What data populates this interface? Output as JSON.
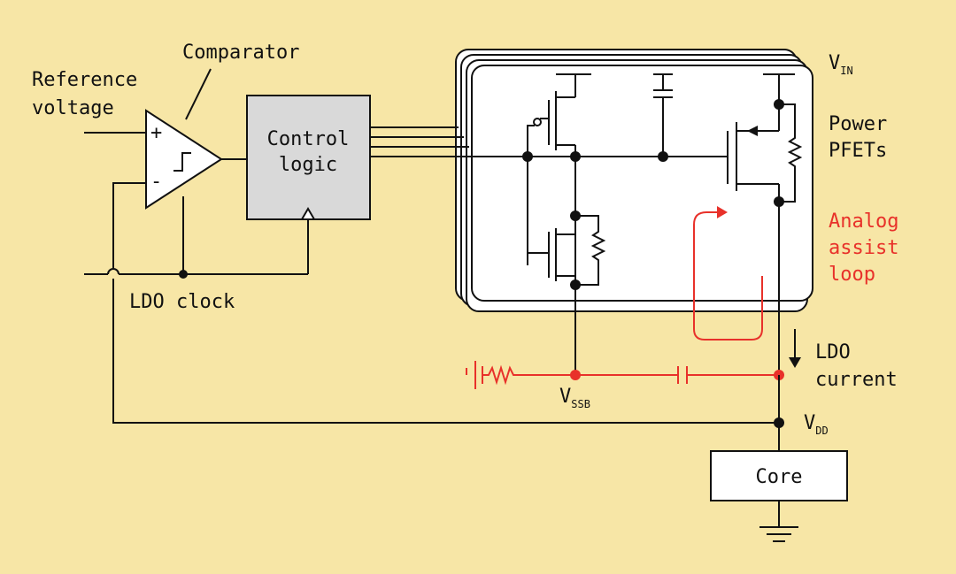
{
  "labels": {
    "reference_line1": "Reference",
    "reference_line2": "voltage",
    "comparator": "Comparator",
    "plus": "+",
    "minus": "-",
    "control_line1": "Control",
    "control_line2": "logic",
    "ldo_clock": "LDO clock",
    "vin_main": "V",
    "vin_sub": "IN",
    "power_line1": "Power",
    "power_line2": "PFETs",
    "analog_line1": "Analog",
    "analog_line2": "assist",
    "analog_line3": "loop",
    "ldo_current_line1": "LDO",
    "ldo_current_line2": "current",
    "vssb_main": "V",
    "vssb_sub": "SSB",
    "vdd_main": "V",
    "vdd_sub": "DD",
    "core": "Core"
  },
  "colors": {
    "background": "#f7e6a6",
    "wire": "#111111",
    "accent_red": "#e8312a",
    "control_box": "#d9d9d9",
    "panel": "#ffffff"
  }
}
